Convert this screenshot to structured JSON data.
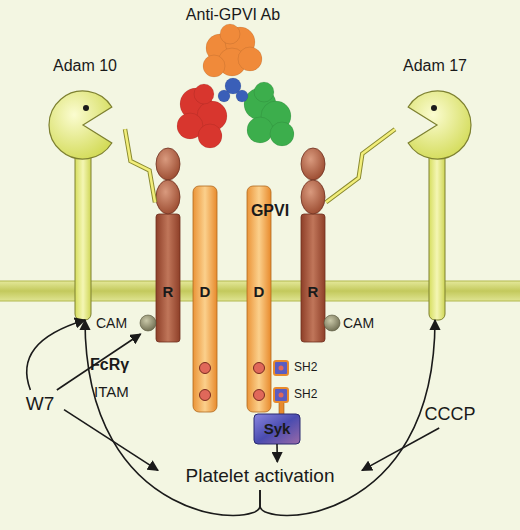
{
  "diagram": {
    "nodes": [
      {
        "text": [
          "Anti-GPVI Ab"
        ]
      },
      {
        "text": [
          "Adam 10"
        ]
      },
      {
        "text": [
          "Adam 17"
        ]
      },
      {
        "text": [
          "R"
        ]
      },
      {
        "text": [
          "D"
        ]
      },
      {
        "text": [
          "D"
        ]
      },
      {
        "text": [
          "GPVI",
          "R"
        ]
      },
      {
        "text": [
          "CAM"
        ]
      },
      {
        "text": [
          "CAM"
        ]
      },
      {
        "text": [
          "Syk"
        ]
      },
      {
        "text": [
          "W7"
        ]
      },
      {
        "text": [
          "CCCP"
        ]
      },
      {
        "text": [
          "Platelet activation"
        ]
      }
    ],
    "edges": [
      {
        "from": 1,
        "to": 3,
        "arrow": "none"
      },
      {
        "from": 2,
        "to": 6,
        "arrow": "none"
      },
      {
        "from": 10,
        "to": 1,
        "arrow": "to"
      },
      {
        "from": 10,
        "to": 7,
        "arrow": "to"
      },
      {
        "from": 10,
        "to": 12,
        "arrow": "to"
      },
      {
        "from": 11,
        "to": 12,
        "arrow": "to"
      },
      {
        "from": 9,
        "to": 12,
        "arrow": "to"
      },
      {
        "from": 12,
        "to": 1,
        "arrow": "to"
      },
      {
        "from": 12,
        "to": 2,
        "arrow": "to"
      }
    ],
    "labels": [
      "FcRγ",
      "ITAM",
      "SH2",
      "SH2"
    ]
  }
}
